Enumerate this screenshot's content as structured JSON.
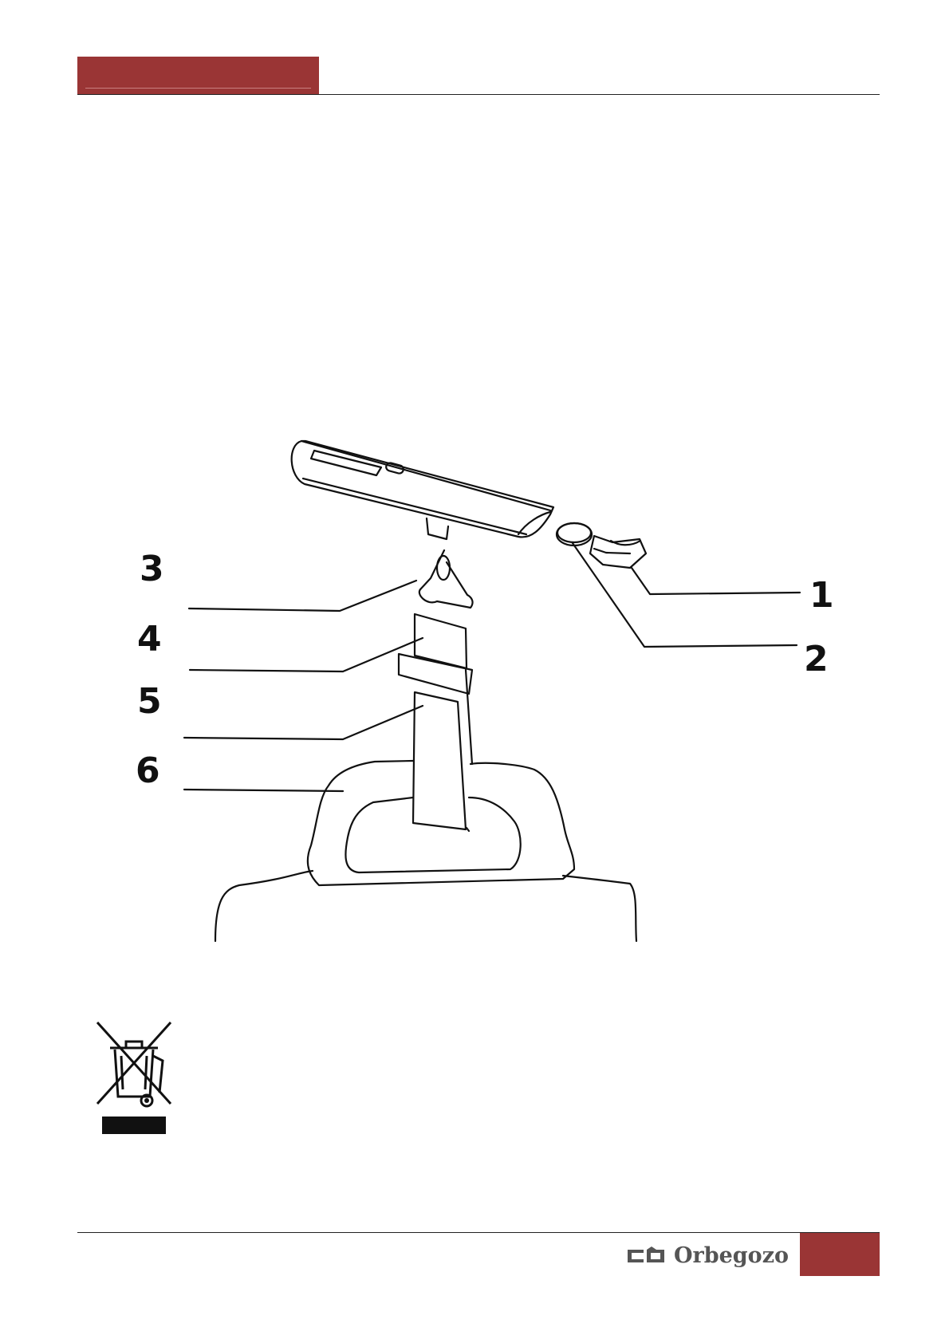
{
  "figure": {
    "callouts": [
      {
        "id": "1",
        "label": "1"
      },
      {
        "id": "2",
        "label": "2"
      },
      {
        "id": "3",
        "label": "3"
      },
      {
        "id": "4",
        "label": "4"
      },
      {
        "id": "5",
        "label": "5"
      },
      {
        "id": "6",
        "label": "6"
      }
    ]
  },
  "brand": {
    "logo_text": "Orbegozo",
    "accent_color": "#9a3535"
  },
  "icons": {
    "disposal": "crossed-out-wheeled-bin-icon"
  }
}
